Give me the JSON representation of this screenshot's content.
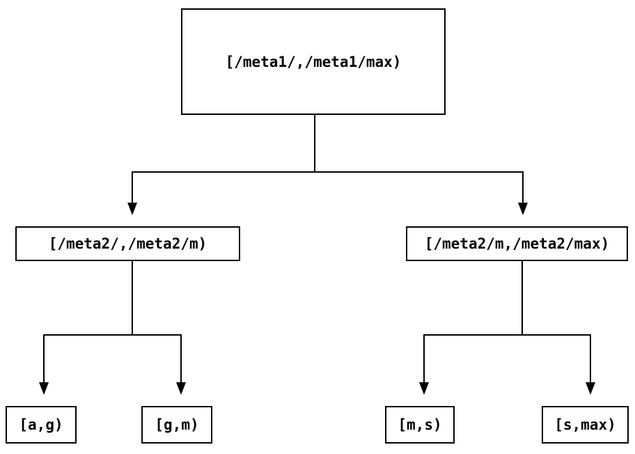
{
  "diagram": {
    "type": "tree",
    "background_color": "#ffffff",
    "line_color": "#000000",
    "text_color": "#000000",
    "nodes": {
      "root": {
        "label": "[/meta1/,/meta1/max)"
      },
      "level1_left": {
        "label": "[/meta2/,/meta2/m)"
      },
      "level1_right": {
        "label": "[/meta2/m,/meta2/max)"
      },
      "leaf_a_g": {
        "label": "[a,g)"
      },
      "leaf_g_m": {
        "label": "[g,m)"
      },
      "leaf_m_s": {
        "label": "[m,s)"
      },
      "leaf_s_max": {
        "label": "[s,max)"
      }
    },
    "edges": [
      {
        "from": "root",
        "to": "level1_left"
      },
      {
        "from": "root",
        "to": "level1_right"
      },
      {
        "from": "level1_left",
        "to": "leaf_a_g"
      },
      {
        "from": "level1_left",
        "to": "leaf_g_m"
      },
      {
        "from": "level1_right",
        "to": "leaf_m_s"
      },
      {
        "from": "level1_right",
        "to": "leaf_s_max"
      }
    ]
  }
}
